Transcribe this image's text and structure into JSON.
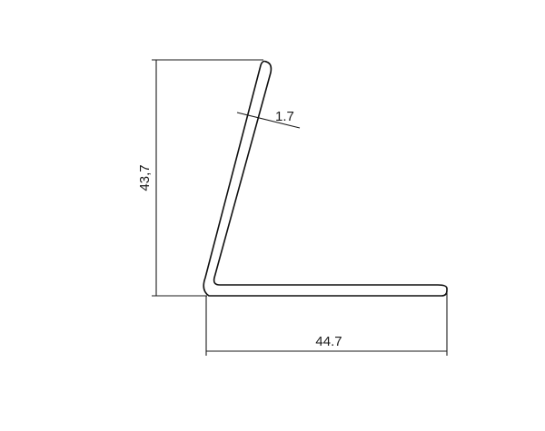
{
  "drawing": {
    "height_label": "43,7",
    "width_label": "44.7",
    "thickness_label": "1.7"
  }
}
